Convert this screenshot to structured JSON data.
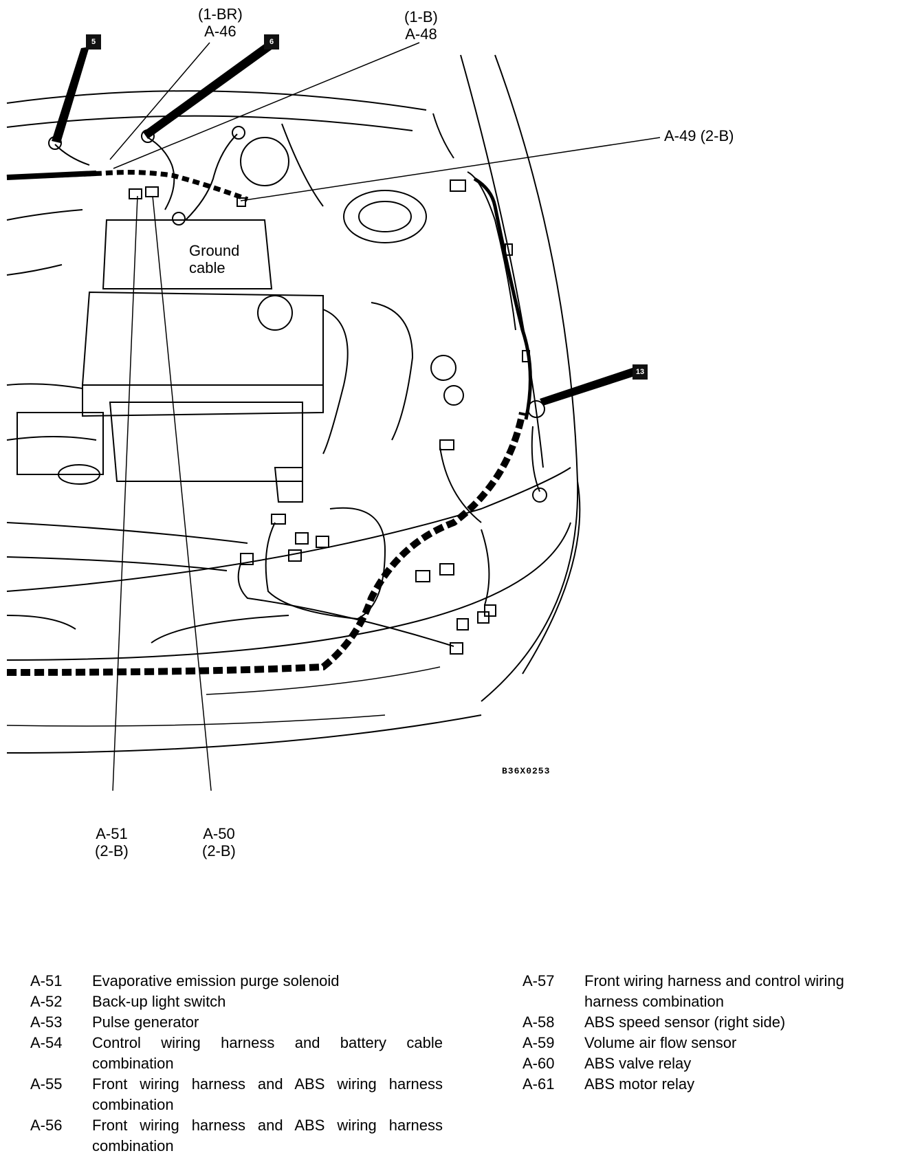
{
  "callouts": {
    "a46": {
      "line1": "(1-BR)",
      "line2": "A-46"
    },
    "a48": {
      "line1": "(1-B)",
      "line2": "A-48"
    },
    "a49": {
      "text": "A-49 (2-B)"
    },
    "ground": {
      "line1": "Ground",
      "line2": "cable"
    },
    "a51": {
      "line1": "A-51",
      "line2": "(2-B)"
    },
    "a50": {
      "line1": "A-50",
      "line2": "(2-B)"
    }
  },
  "badges": {
    "b5": "5",
    "b6": "6",
    "b13": "13"
  },
  "figure_code": "B36X0253",
  "legend_left": [
    {
      "code": "A-51",
      "desc": "Evaporative emission purge solenoid"
    },
    {
      "code": "A-52",
      "desc": "Back-up light switch"
    },
    {
      "code": "A-53",
      "desc": "Pulse generator"
    },
    {
      "code": "A-54",
      "desc": "Control wiring harness and battery cable combination"
    },
    {
      "code": "A-55",
      "desc": "Front wiring harness and ABS wiring harness combination"
    },
    {
      "code": "A-56",
      "desc": "Front wiring harness and ABS wiring harness combination"
    }
  ],
  "legend_right": [
    {
      "code": "A-57",
      "desc": "Front wiring harness and control wiring harness combination"
    },
    {
      "code": "A-58",
      "desc": "ABS speed sensor (right side)"
    },
    {
      "code": "A-59",
      "desc": "Volume air flow sensor"
    },
    {
      "code": "A-60",
      "desc": "ABS valve relay"
    },
    {
      "code": "A-61",
      "desc": "ABS motor relay"
    }
  ]
}
